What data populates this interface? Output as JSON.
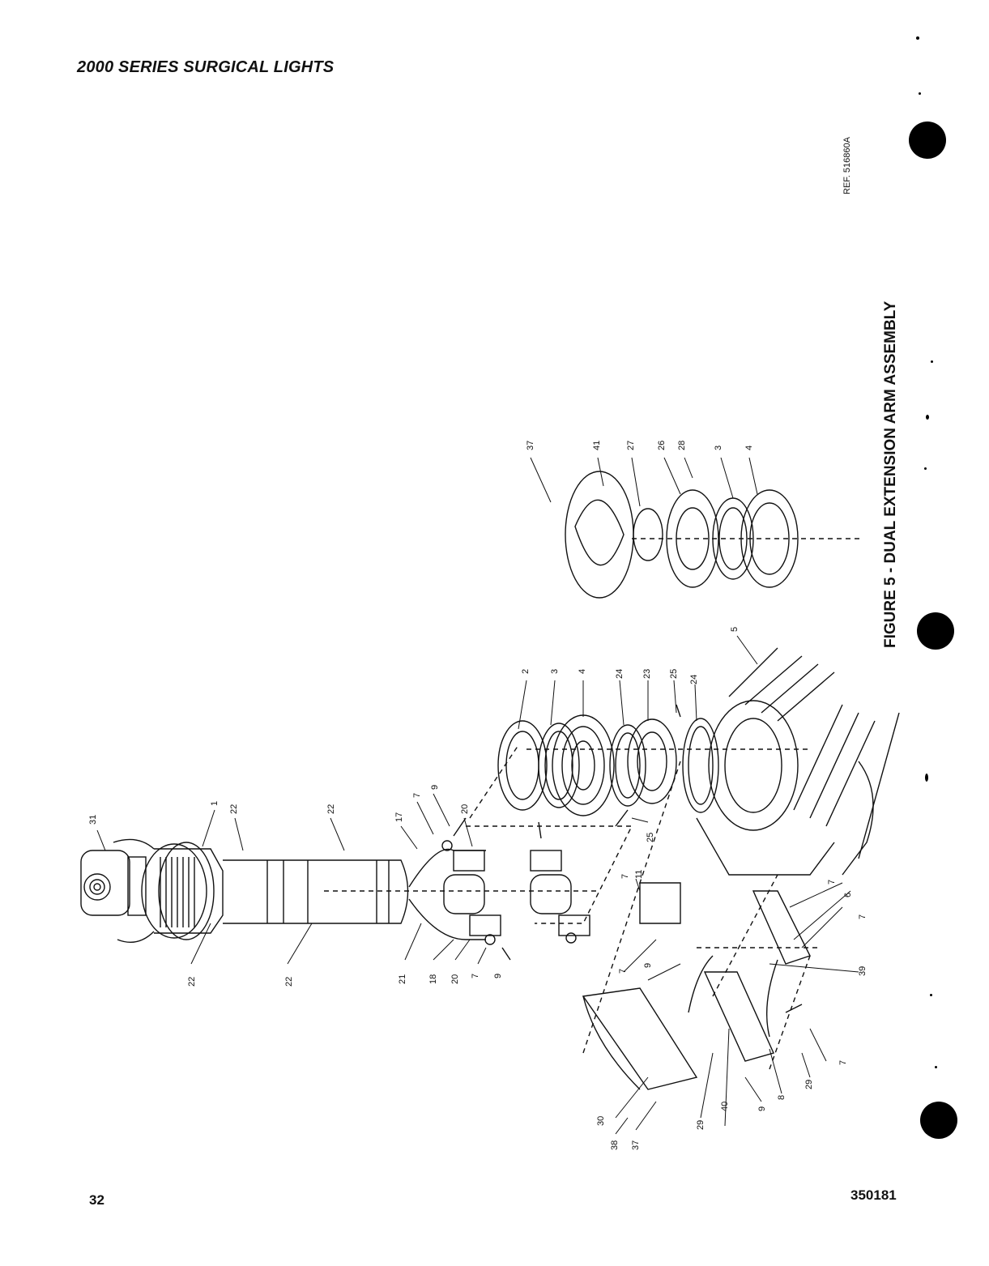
{
  "header": {
    "title": "2000 SERIES SURGICAL LIGHTS"
  },
  "footer": {
    "page_number": "32",
    "doc_number": "350181"
  },
  "figure": {
    "title": "FIGURE 5 - DUAL EXTENSION ARM ASSEMBLY",
    "ref": "REF. 516860A"
  },
  "callouts": [
    "31",
    "1",
    "22",
    "22",
    "22",
    "22",
    "17",
    "7",
    "9",
    "20",
    "21",
    "18",
    "20",
    "7",
    "9",
    "2",
    "3",
    "4",
    "24",
    "23",
    "25",
    "24",
    "25",
    "11",
    "7",
    "7",
    "9",
    "30",
    "38",
    "37",
    "29",
    "40",
    "9",
    "8",
    "29",
    "7",
    "39",
    "7",
    "6",
    "7",
    "5",
    "37",
    "41",
    "27",
    "26",
    "28",
    "3",
    "4"
  ]
}
